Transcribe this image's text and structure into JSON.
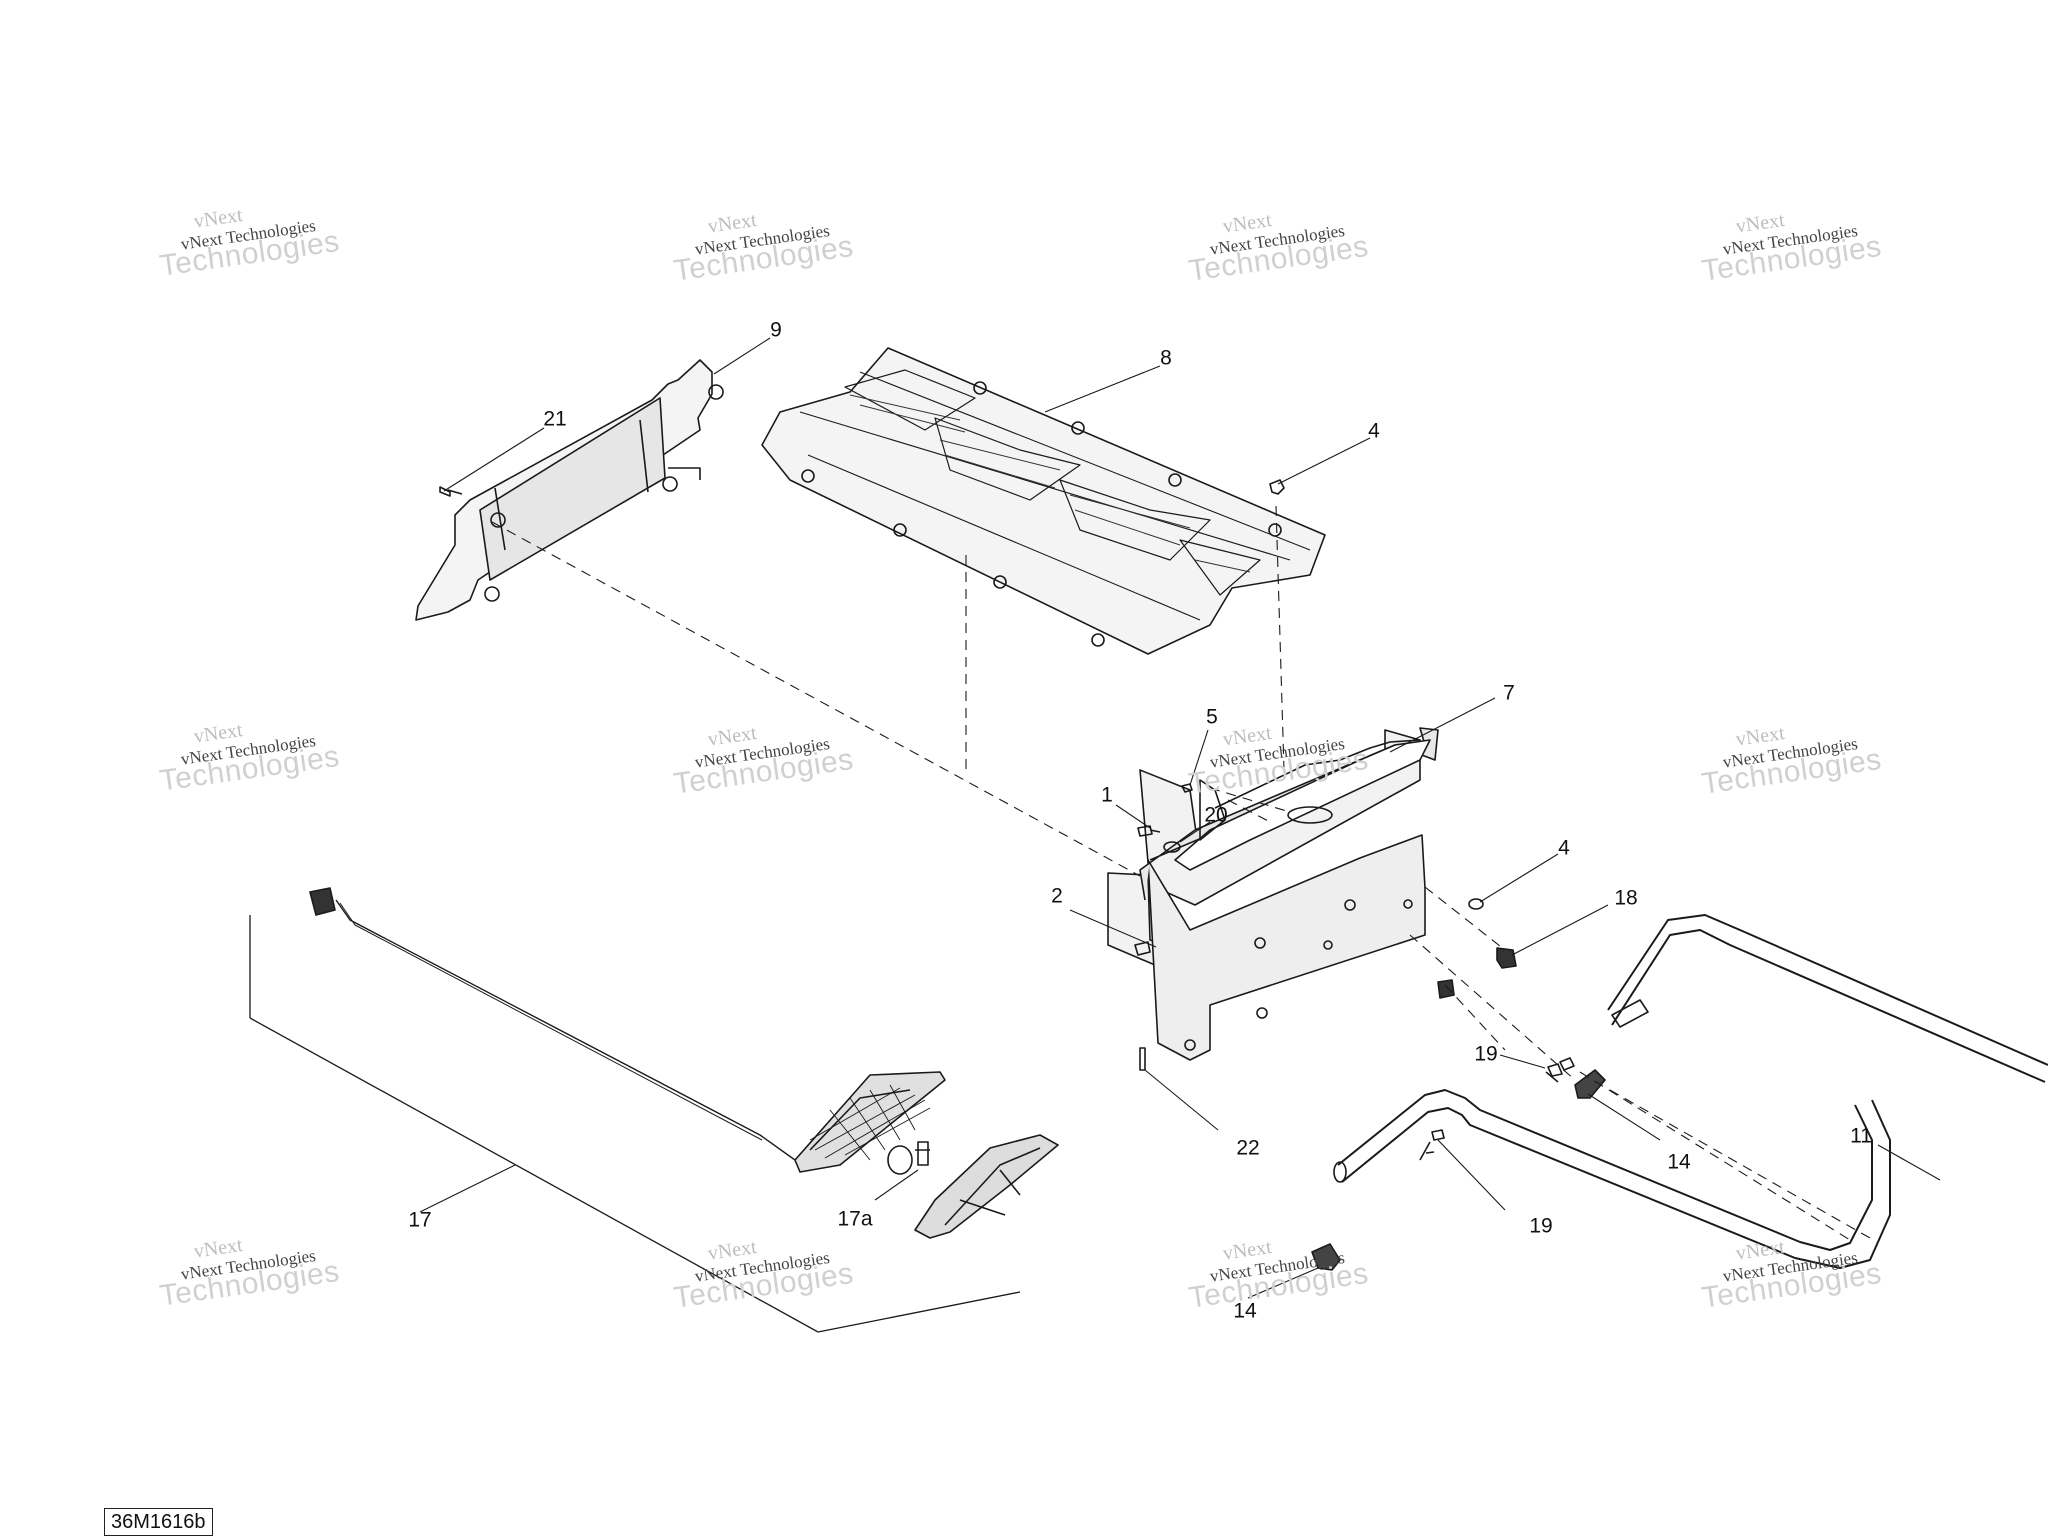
{
  "drawing_code": "36M1616b",
  "watermark": {
    "line1": "vNext",
    "line2": "vNext Technologies",
    "line3": "Technologies"
  },
  "callouts": [
    {
      "id": "c9",
      "label": "9"
    },
    {
      "id": "c8",
      "label": "8"
    },
    {
      "id": "c21",
      "label": "21"
    },
    {
      "id": "c4a",
      "label": "4"
    },
    {
      "id": "c7",
      "label": "7"
    },
    {
      "id": "c5",
      "label": "5"
    },
    {
      "id": "c1",
      "label": "1"
    },
    {
      "id": "c20",
      "label": "20"
    },
    {
      "id": "c4b",
      "label": "4"
    },
    {
      "id": "c2",
      "label": "2"
    },
    {
      "id": "c18",
      "label": "18"
    },
    {
      "id": "c19a",
      "label": "19"
    },
    {
      "id": "c22",
      "label": "22"
    },
    {
      "id": "c14a",
      "label": "14"
    },
    {
      "id": "c11",
      "label": "11"
    },
    {
      "id": "c17",
      "label": "17"
    },
    {
      "id": "c17a",
      "label": "17a"
    },
    {
      "id": "c19b",
      "label": "19"
    },
    {
      "id": "c14b",
      "label": "14"
    }
  ]
}
